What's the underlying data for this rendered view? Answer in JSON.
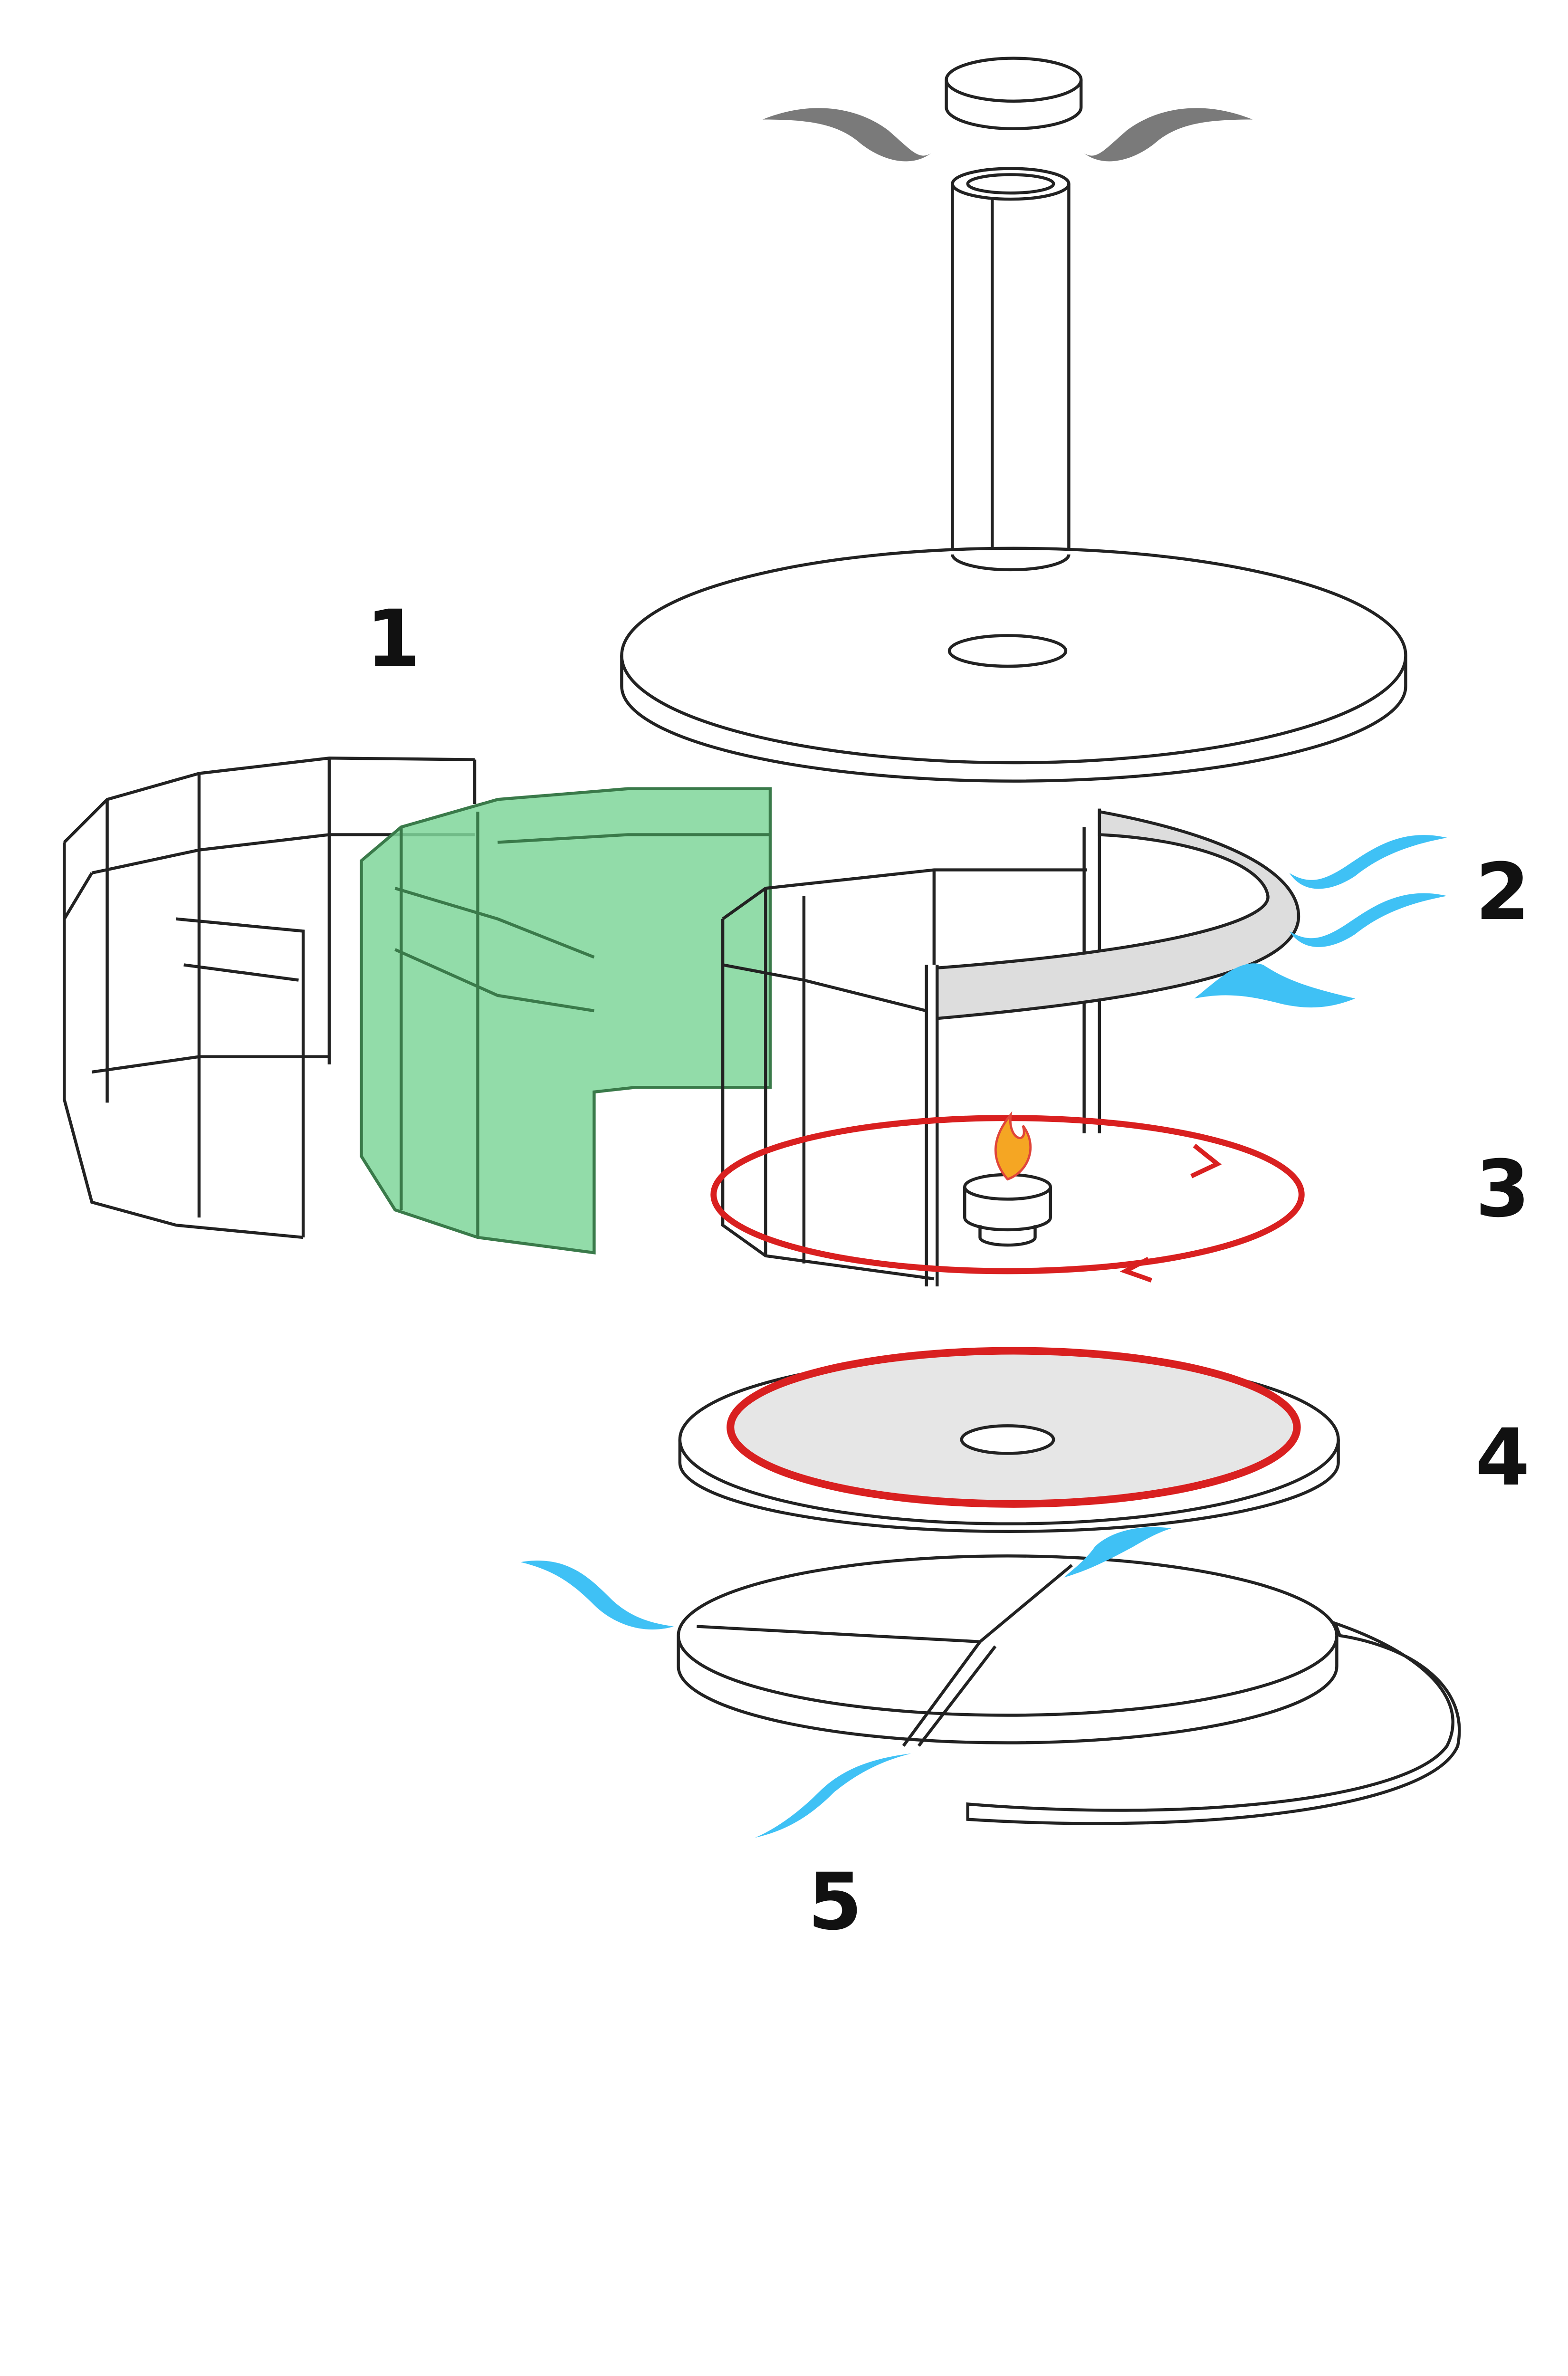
{
  "labels": {
    "part_1": "1",
    "part_2": "2",
    "part_3": "3",
    "part_4": "4",
    "part_5": "5"
  },
  "colors": {
    "outline": "#222222",
    "panel_green": "#7fd69a",
    "air_blue": "#3fc1f5",
    "smoke_gray": "#7a7a7a",
    "heat_red": "#d92020",
    "plate_gray": "#e6e6e6"
  }
}
